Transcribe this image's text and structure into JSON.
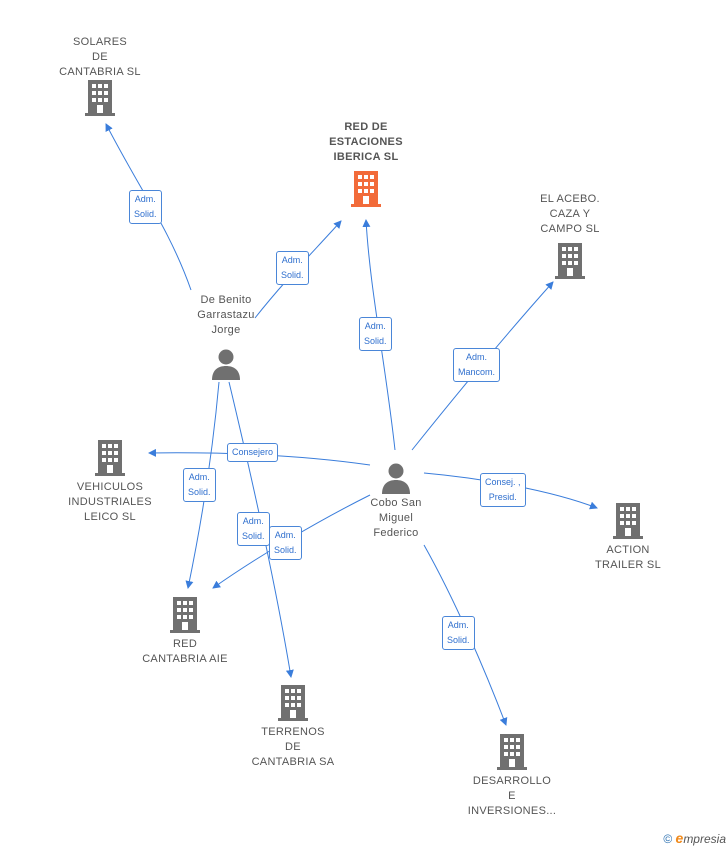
{
  "colors": {
    "edge": "#3a7ddb",
    "icon": "#707070",
    "highlight": "#f26b3a",
    "label": "#555555"
  },
  "nodes": {
    "solares": {
      "label": "SOLARES\nDE\nCANTABRIA  SL",
      "icon": "building-icon"
    },
    "red_estaciones": {
      "label": "RED DE\nESTACIONES\nIBERICA  SL",
      "icon": "building-icon"
    },
    "acebo": {
      "label": "EL ACEBO.\nCAZA Y\nCAMPO  SL",
      "icon": "building-icon"
    },
    "de_benito": {
      "label": "De Benito\nGarrastazu\nJorge",
      "icon": "person-icon"
    },
    "vehiculos": {
      "label": "VEHICULOS\nINDUSTRIALES\nLEICO SL",
      "icon": "building-icon"
    },
    "cobo": {
      "label": "Cobo San\nMiguel\nFederico",
      "icon": "person-icon"
    },
    "action": {
      "label": "ACTION\nTRAILER SL",
      "icon": "building-icon"
    },
    "red_cantabria": {
      "label": "RED\nCANTABRIA  AIE",
      "icon": "building-icon"
    },
    "terrenos": {
      "label": "TERRENOS\nDE\nCANTABRIA SA",
      "icon": "building-icon"
    },
    "desarrollo": {
      "label": "DESARROLLO\nE\nINVERSIONES...",
      "icon": "building-icon"
    }
  },
  "edge_labels": {
    "e1": "Adm.\nSolid.",
    "e2": "Adm.\nSolid.",
    "e3": "Adm.\nSolid.",
    "e4": "Adm.\nMancom.",
    "e5": "Consejero",
    "e6": "Adm.\nSolid.",
    "e7": "Consej. ,\nPresid.",
    "e8": "Adm.\nSolid.",
    "e9": "Adm.\nSolid.",
    "e10": "Adm.\nSolid."
  },
  "logo": {
    "copyright": "©",
    "brand_initial": "e",
    "brand_rest": "mpresia"
  }
}
